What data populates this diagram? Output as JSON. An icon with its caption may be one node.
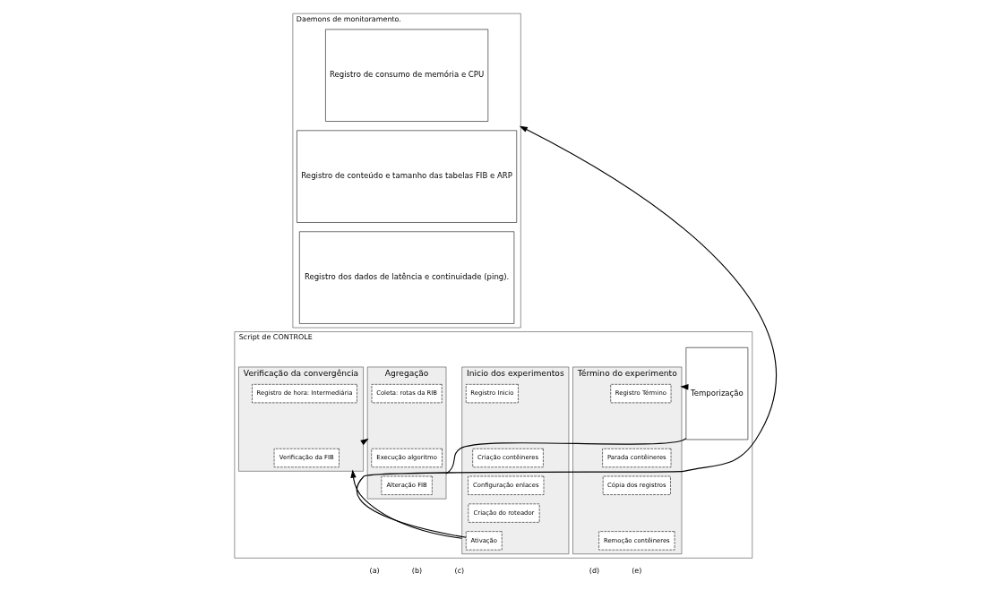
{
  "diagram": {
    "nodes": [
      {
        "text": [
          "Daemons de monitoramento."
        ]
      },
      {
        "text": [
          "Registro de consumo de memória e CPU"
        ],
        "in": 0
      },
      {
        "text": [
          "Registro de conteúdo e tamanho das tabelas FIB e ARP"
        ],
        "in": 0
      },
      {
        "text": [
          "Registro dos dados de latência e continuidade (ping)."
        ],
        "in": 0
      },
      {
        "text": [
          "Script de CONTROLE"
        ]
      },
      {
        "text": [
          "Inicio dos experimentos"
        ],
        "in": 4
      },
      {
        "text": [
          "Registro Inicio"
        ],
        "in": 5
      },
      {
        "text": [
          "Criação contêineres"
        ],
        "in": 5
      },
      {
        "text": [
          "Configuração enlaces"
        ],
        "in": 5
      },
      {
        "text": [
          "Criação do roteador"
        ],
        "in": 5
      },
      {
        "text": [
          "Ativação"
        ],
        "in": 5
      },
      {
        "text": [
          "Verificação da convergência"
        ],
        "in": 4
      },
      {
        "text": [
          "Registro de hora: Intermediária"
        ],
        "in": 11
      },
      {
        "text": [
          "Verificação da FIB"
        ],
        "in": 11
      },
      {
        "text": [
          "Agregação"
        ],
        "in": 4
      },
      {
        "text": [
          "Coleta: rotas da RIB"
        ],
        "in": 14
      },
      {
        "text": [
          "Execução algoritmo"
        ],
        "in": 14
      },
      {
        "text": [
          "Alteração FIB"
        ],
        "in": 14
      },
      {
        "text": [
          "Temporização"
        ],
        "in": 4
      },
      {
        "text": [
          "Término do experimento"
        ],
        "in": 4
      },
      {
        "text": [
          "Registro Término"
        ],
        "in": 19
      },
      {
        "text": [
          "Parada contêineres"
        ],
        "in": 19
      },
      {
        "text": [
          "Cópia dos registros"
        ],
        "in": 19
      },
      {
        "text": [
          "Remoção contêineres"
        ],
        "in": 19
      }
    ],
    "edges": [
      {
        "from": 10,
        "to": 0,
        "arrow": "to"
      },
      {
        "from": 5,
        "to": 11,
        "arrow": "to"
      },
      {
        "from": 11,
        "to": 14,
        "arrow": "to"
      },
      {
        "from": 14,
        "to": 18,
        "arrow": "none"
      },
      {
        "from": 18,
        "to": 19,
        "arrow": "to"
      }
    ],
    "labels": [
      "(a)",
      "(b)",
      "(c)",
      "(d)",
      "(e)"
    ]
  }
}
